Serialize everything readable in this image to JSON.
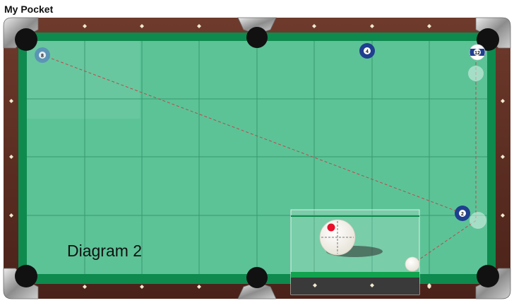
{
  "header": {
    "title": "My Pocket"
  },
  "diagram": {
    "caption": "Diagram 2"
  },
  "balls": [
    {
      "label": "8",
      "number": 8,
      "color": "#5a8fb8",
      "style": "ghost"
    },
    {
      "label": "4",
      "number": 4,
      "color": "#1f3f8f",
      "style": "solid"
    },
    {
      "label": "12",
      "number": 12,
      "color": "#1f3f8f",
      "style": "stripe"
    },
    {
      "label": "2",
      "number": 2,
      "color": "#1f3f8f",
      "style": "solid"
    }
  ],
  "inset": {
    "label": "cue-ball-tip-diagram",
    "tip_marker_color": "#e8102a"
  },
  "colors": {
    "cloth": "#5cc397",
    "cushion": "#0e8a4e",
    "rail": "#5a2c22",
    "diamond": "#f3ead0",
    "shot_line": "#c0474b"
  }
}
